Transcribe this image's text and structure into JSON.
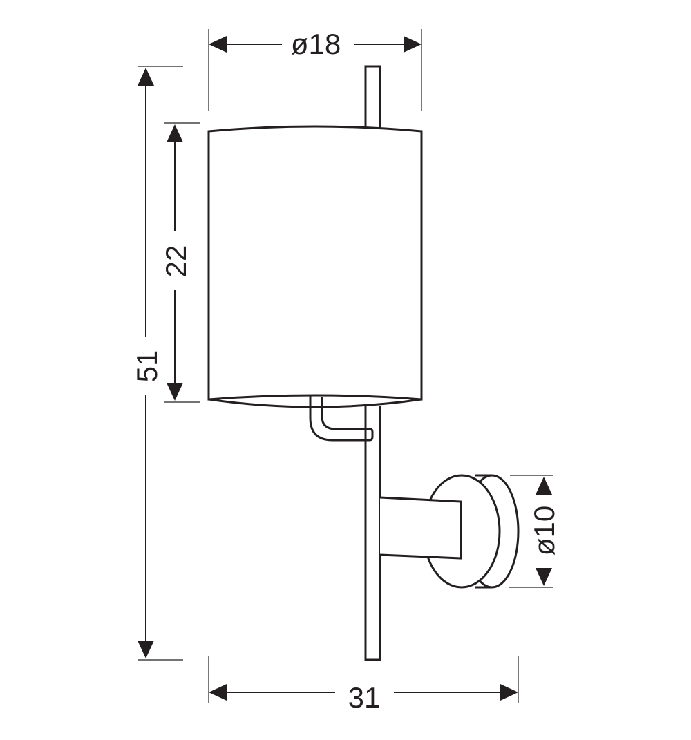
{
  "drawing": {
    "dimensions": {
      "shade_diameter": "ø18",
      "total_height": "51",
      "shade_height": "22",
      "base_diameter": "ø10",
      "total_depth": "31"
    }
  }
}
